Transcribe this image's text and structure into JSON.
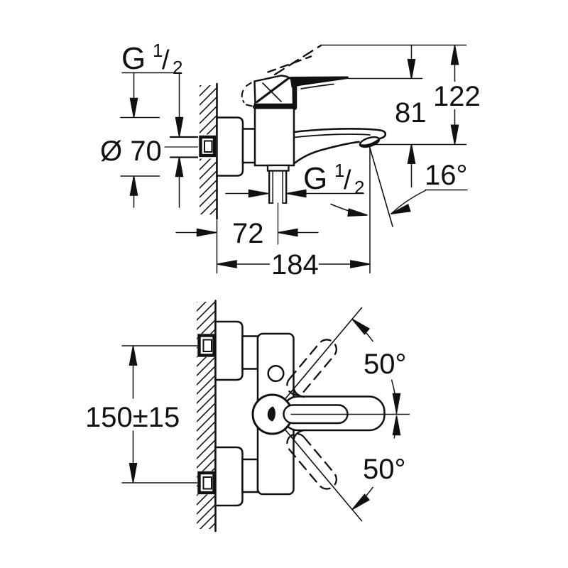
{
  "drawing": {
    "type": "faucet-installation-dimension-drawing",
    "line_color": "#111111",
    "background_color": "#ffffff",
    "top_view": {
      "thread_top": {
        "g": "G",
        "numerator": "1",
        "slash": "/",
        "denominator": "2"
      },
      "thread_inlet": {
        "g": "G",
        "numerator": "1",
        "slash": "/",
        "denominator": "2"
      },
      "flange_diameter": "Ø 70",
      "height_spout_to_handle": "81",
      "height_total": "122",
      "spout_angle": "16°",
      "wall_to_inlet_center": "72",
      "total_depth": "184"
    },
    "front_view": {
      "connection_spacing": "150±15",
      "handle_swing_upper": "50°",
      "handle_swing_lower": "50°"
    }
  }
}
